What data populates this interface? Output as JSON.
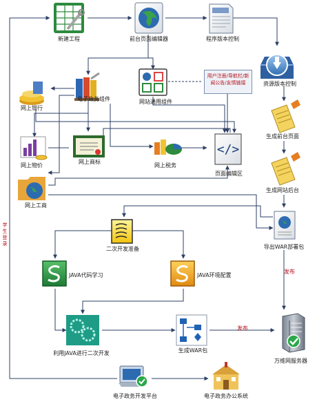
{
  "nodes": {
    "new_project": "新建工程",
    "frontpage_editor": "前台页面编辑器",
    "version_control": "程序版本控制",
    "resource_version": "资源版本控制",
    "egov_components": "电子政务组件",
    "site_components": "网站通用组件",
    "gen_frontpage": "生成前台页面",
    "online_bank": "网上银行",
    "online_price": "网上物价",
    "online_trademark": "网上商标",
    "online_tax": "网上税务",
    "page_edit_area": "页面编辑区",
    "gen_backend": "生成网站后台",
    "online_business": "网上工商",
    "export_war": "导出WAR部署包",
    "secondary_prep": "二次开发准备",
    "java_learning": "JAVA代码学习",
    "java_env": "JAVA环境配置",
    "java_dev": "利用JAVA进行二次开发",
    "gen_war": "生成WAR包",
    "web_server": "万维网服务器",
    "dev_platform": "电子政务开发平台",
    "office_system": "电子政务办公系统"
  },
  "note": {
    "line1": "用户注册/导航栏/新",
    "line2": "闻公告/友情链接"
  },
  "edge_labels": {
    "publish_1": "发布",
    "publish_2": "发布",
    "student_login": "学生登录"
  },
  "colors": {
    "arrow": "#2e3f66",
    "label_red": "#b5121b"
  }
}
